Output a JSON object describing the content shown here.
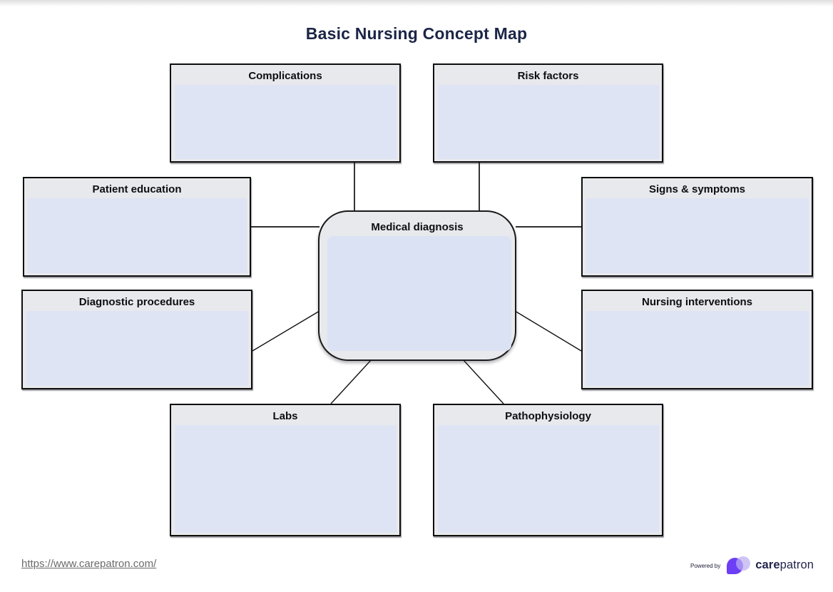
{
  "title": "Basic Nursing Concept Map",
  "center_node": {
    "label": "Medical diagnosis"
  },
  "nodes": [
    {
      "label": "Complications"
    },
    {
      "label": "Risk factors"
    },
    {
      "label": "Patient education"
    },
    {
      "label": "Signs & symptoms"
    },
    {
      "label": "Diagnostic procedures"
    },
    {
      "label": "Nursing interventions"
    },
    {
      "label": "Labs"
    },
    {
      "label": "Pathophysiology"
    }
  ],
  "footer": {
    "url": "https://www.carepatron.com/",
    "powered_by_label": "Powered by",
    "brand_bold": "care",
    "brand_regular": "patron"
  },
  "colors": {
    "title_text": "#1b2547",
    "box_header_fill": "#e8e9ec",
    "box_body_fill": "#dee4f4",
    "center_outer_fill": "#e7e9ed",
    "center_inner_fill": "#dbe2f3",
    "border": "#0d0d0d",
    "connector": "#111111",
    "brand_purple": "#6c3ef5",
    "brand_lavender": "#bcaff1",
    "brand_text": "#23234c",
    "url_text": "#6b6b6b"
  }
}
